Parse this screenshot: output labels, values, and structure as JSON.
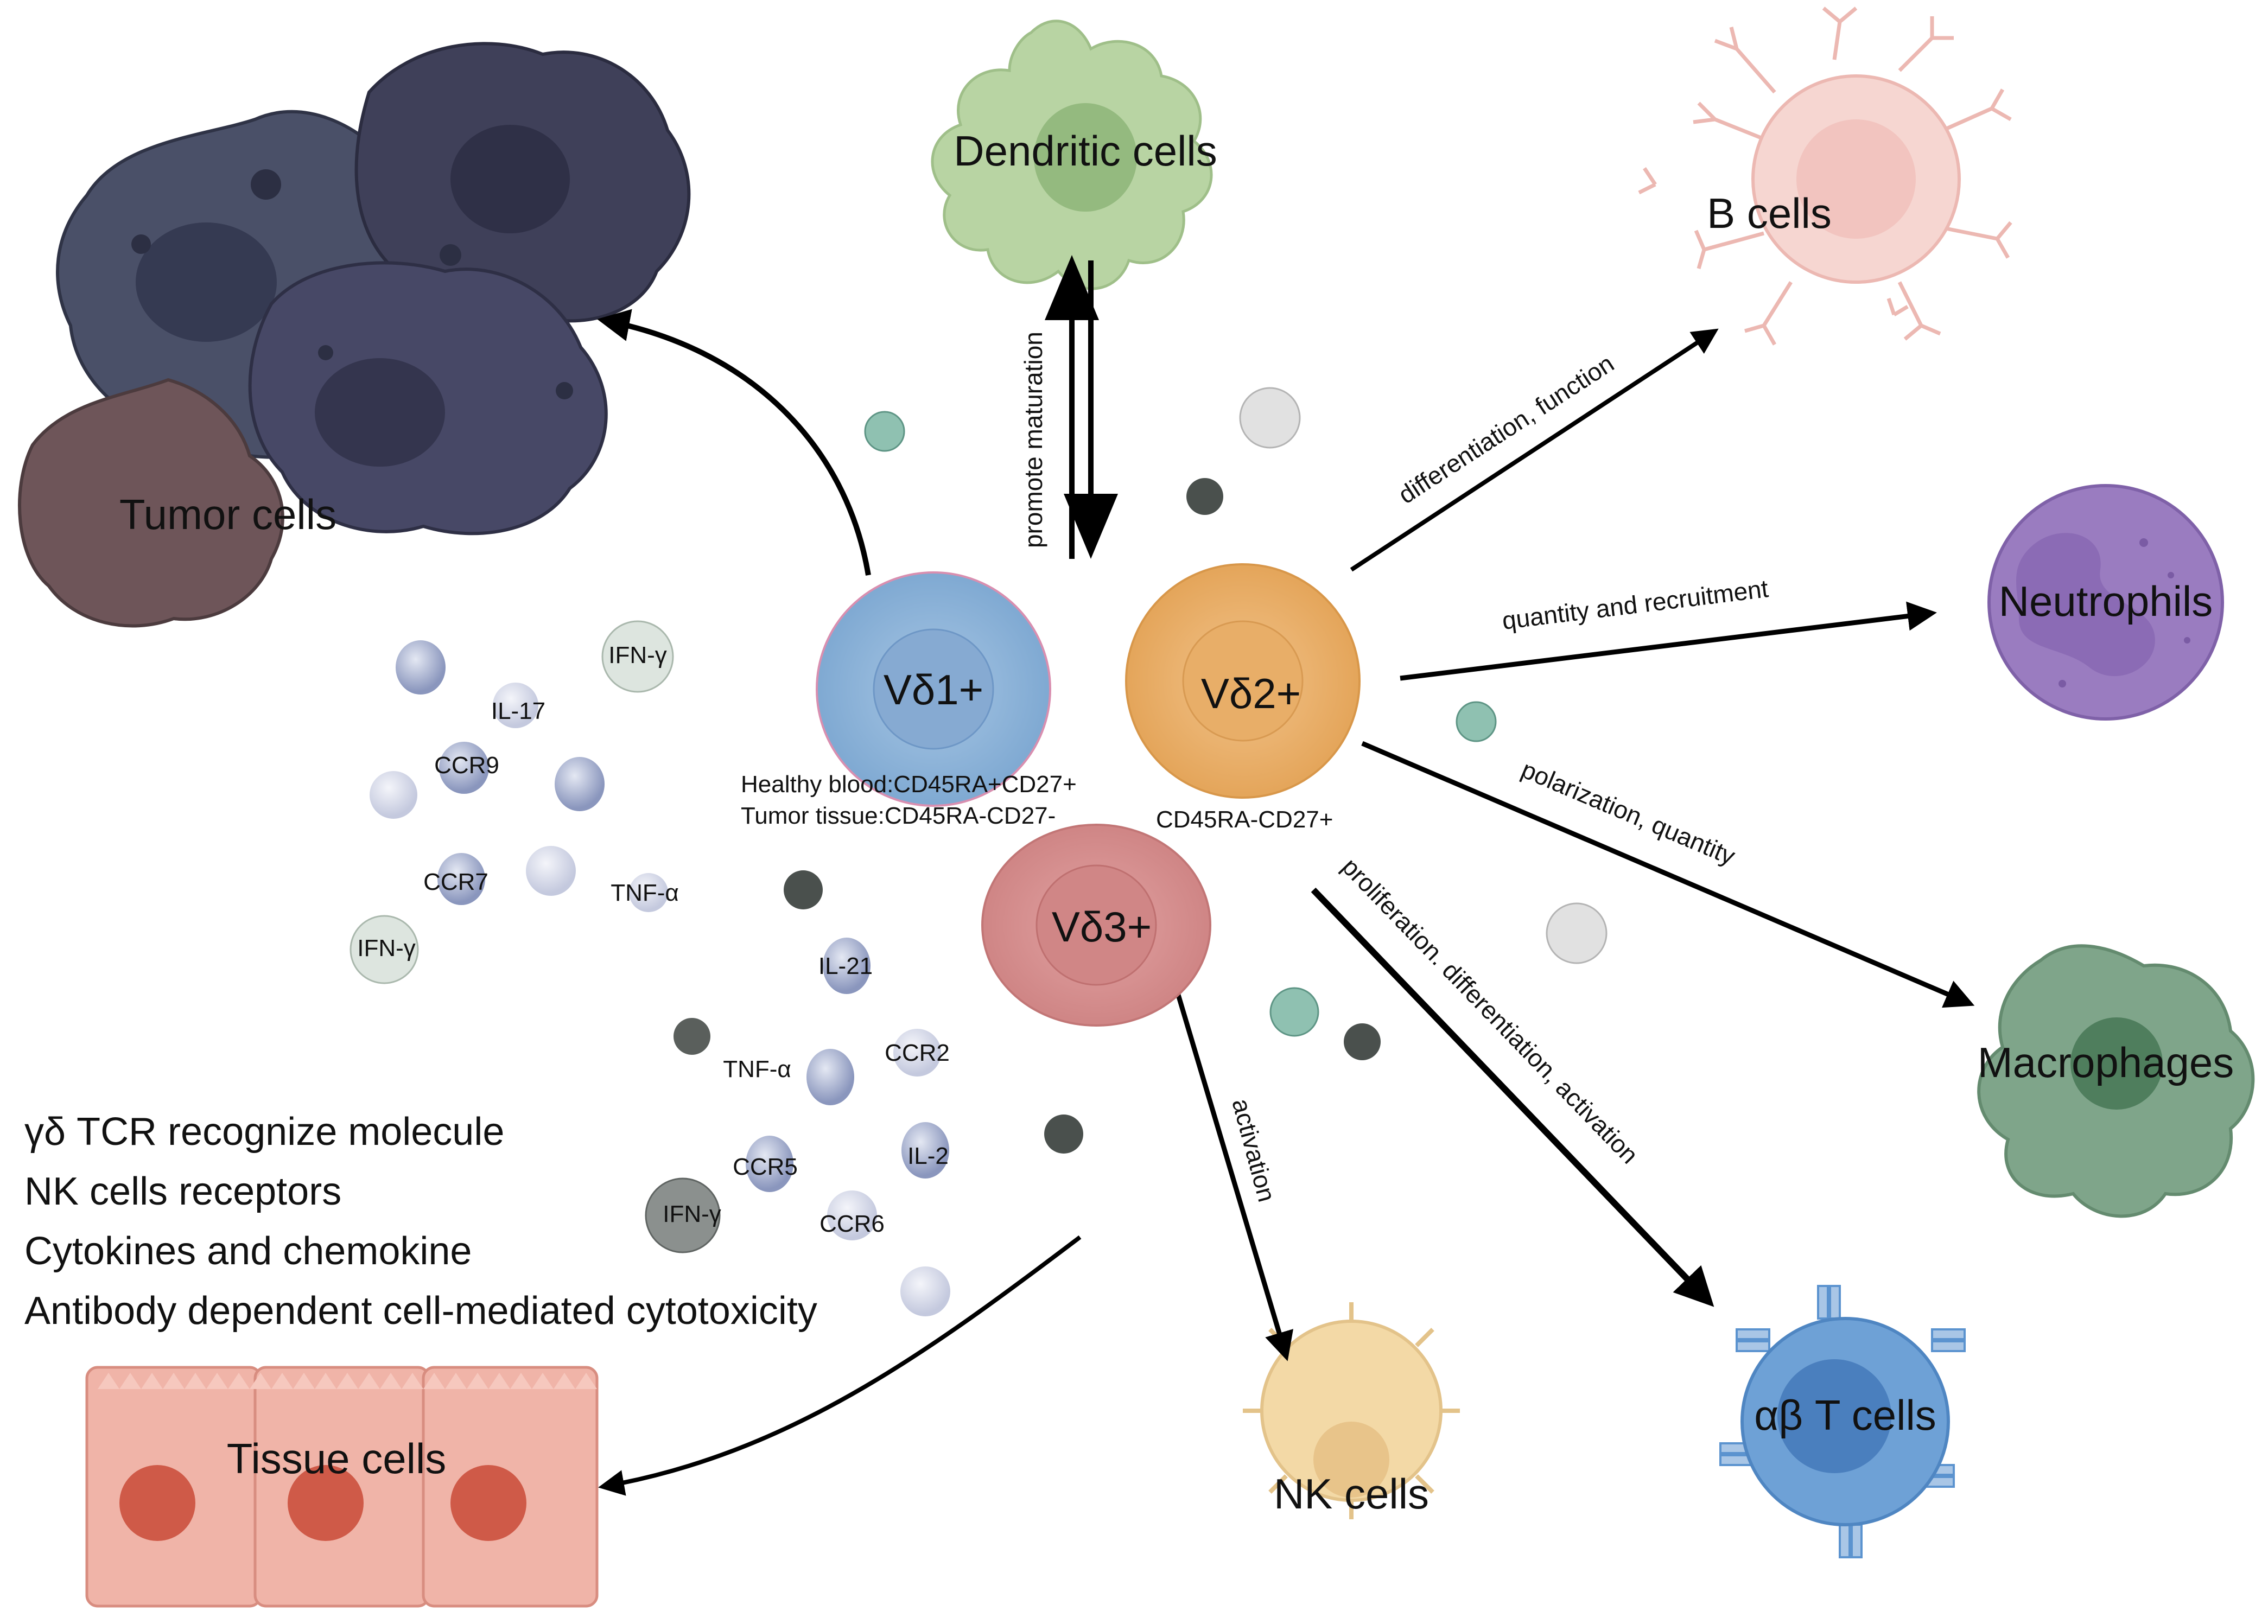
{
  "center": {
    "vd1": {
      "label": "Vδ1+",
      "phenotype_line1": "Healthy blood:CD45RA+CD27+",
      "phenotype_line2": "Tumor tissue:CD45RA-CD27-"
    },
    "vd2": {
      "label": "Vδ2+",
      "phenotype": "CD45RA-CD27+"
    },
    "vd3": {
      "label": "Vδ3+"
    }
  },
  "targets": {
    "tumor": "Tumor cells",
    "dendritic": "Dendritic cells",
    "bcells": "B cells",
    "neutrophils": "Neutrophils",
    "macrophages": "Macrophages",
    "abt": "αβ T cells",
    "nk": "NK cells",
    "tissue": "Tissue cells"
  },
  "arrows": {
    "dc": "promote maturation",
    "bcells": "differentiation, function",
    "neutrophils": "quantity and recruitment",
    "macrophages": "polarization, quantity",
    "abt": "proliferation. differentiation, activation",
    "nk": "activation"
  },
  "molecules": {
    "m1": "IFN-γ",
    "m2": "IL-17",
    "m3": "CCR9",
    "m4": "CCR7",
    "m5": "TNF-α",
    "m6": "IFN-γ",
    "m7": "IL-21",
    "m8": "TNF-α",
    "m9": "CCR2",
    "m10": "IL-2",
    "m11": "CCR5",
    "m12": "IFN-γ",
    "m13": "CCR6"
  },
  "mechanisms": [
    "γδ TCR recognize molecule",
    "NK cells receptors",
    "Cytokines and chemokine",
    "Antibody dependent cell-mediated cytotoxicity"
  ],
  "colors": {
    "vd1": "#8db3d6",
    "vd2": "#e9b16a",
    "vd3": "#d58e8e",
    "tumor_dark": "#3e3f57",
    "tumor_brown": "#6e5559",
    "dendritic": "#b8d4a3",
    "bcell": "#f2c9c4",
    "neutrophil": "#9a7cc0",
    "macrophage": "#7fa58a",
    "abt": "#5b93cf",
    "nk": "#f3d9a6",
    "tissue": "#ecaea2"
  }
}
